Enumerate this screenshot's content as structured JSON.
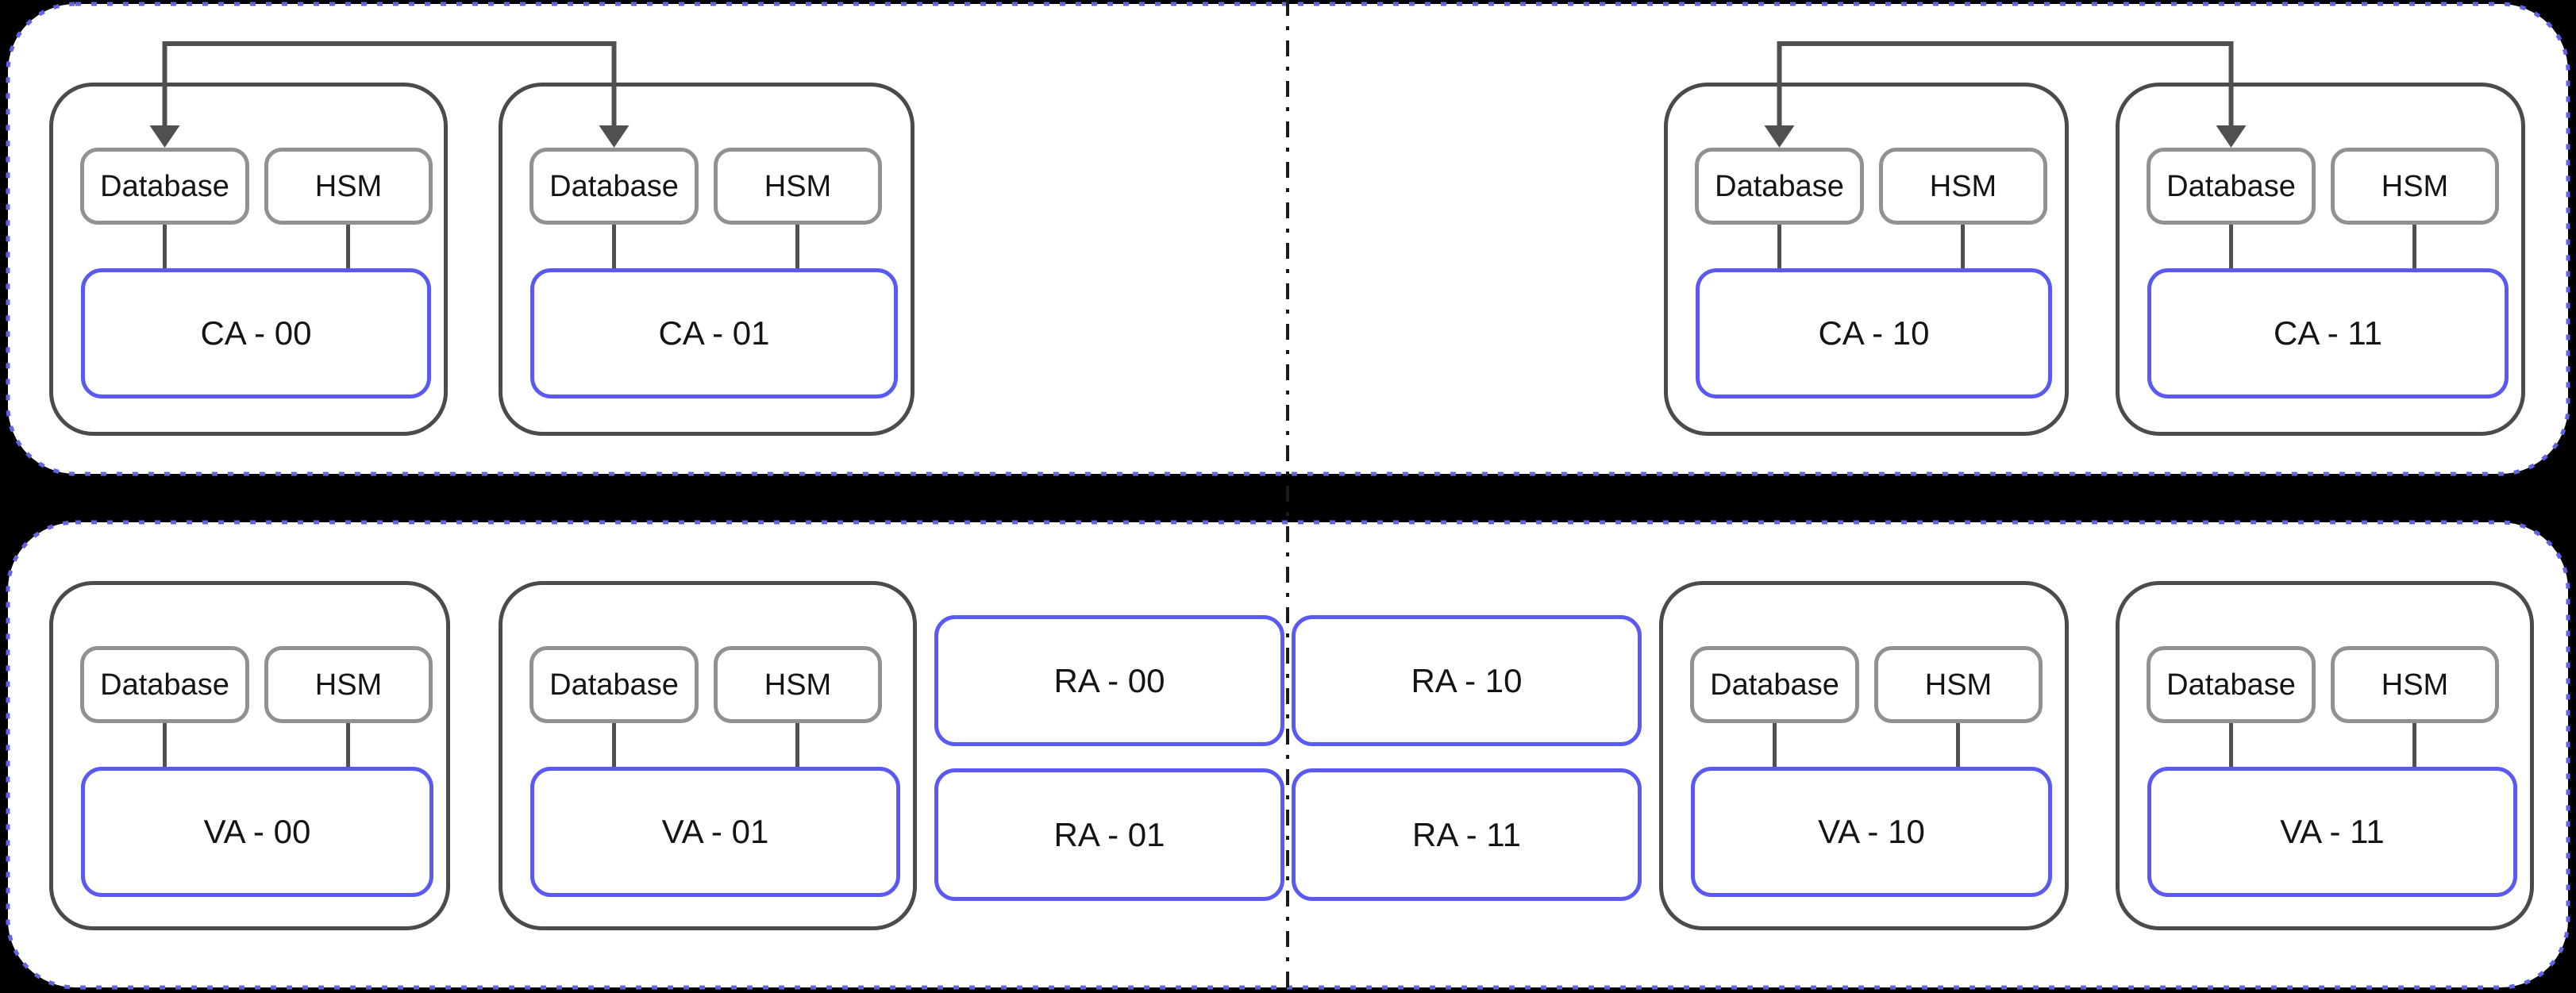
{
  "diagram": {
    "component_labels": {
      "database": "Database",
      "hsm": "HSM"
    },
    "ca_nodes": [
      {
        "label": "CA - 00"
      },
      {
        "label": "CA - 01"
      },
      {
        "label": "CA - 10"
      },
      {
        "label": "CA - 11"
      }
    ],
    "va_nodes": [
      {
        "label": "VA - 00"
      },
      {
        "label": "VA - 01"
      },
      {
        "label": "VA - 10"
      },
      {
        "label": "VA - 11"
      }
    ],
    "ra_nodes": [
      {
        "label": "RA - 00"
      },
      {
        "label": "RA - 01"
      },
      {
        "label": "RA - 10"
      },
      {
        "label": "RA - 11"
      }
    ],
    "colors": {
      "canvas_bg": "#000000",
      "surface": "#ffffff",
      "container_dotted_border": "#6363e8",
      "group_border": "#4b4b4b",
      "component_border": "#919191",
      "accent_node_border": "#5a5af2",
      "connector": "#505050",
      "divider": "#1a1a1a",
      "text": "#141414"
    }
  }
}
